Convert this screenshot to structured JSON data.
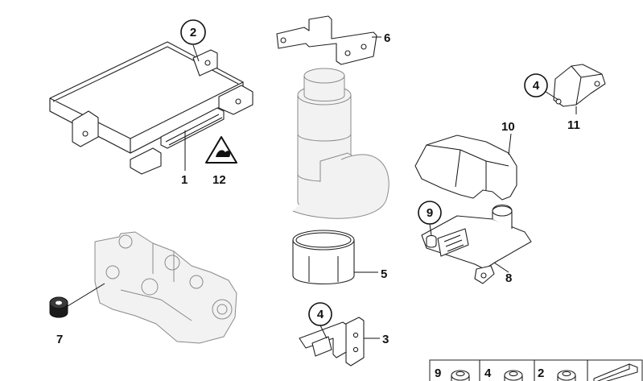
{
  "callouts": {
    "c1": "1",
    "c2": "2",
    "c3": "3",
    "c4a": "4",
    "c4b": "4",
    "c5": "5",
    "c6": "6",
    "c7": "7",
    "c8": "8",
    "c9": "9",
    "c10": "10",
    "c11": "11",
    "c12": "12"
  },
  "footer": {
    "n9": "9",
    "n4": "4",
    "n2": "2"
  }
}
